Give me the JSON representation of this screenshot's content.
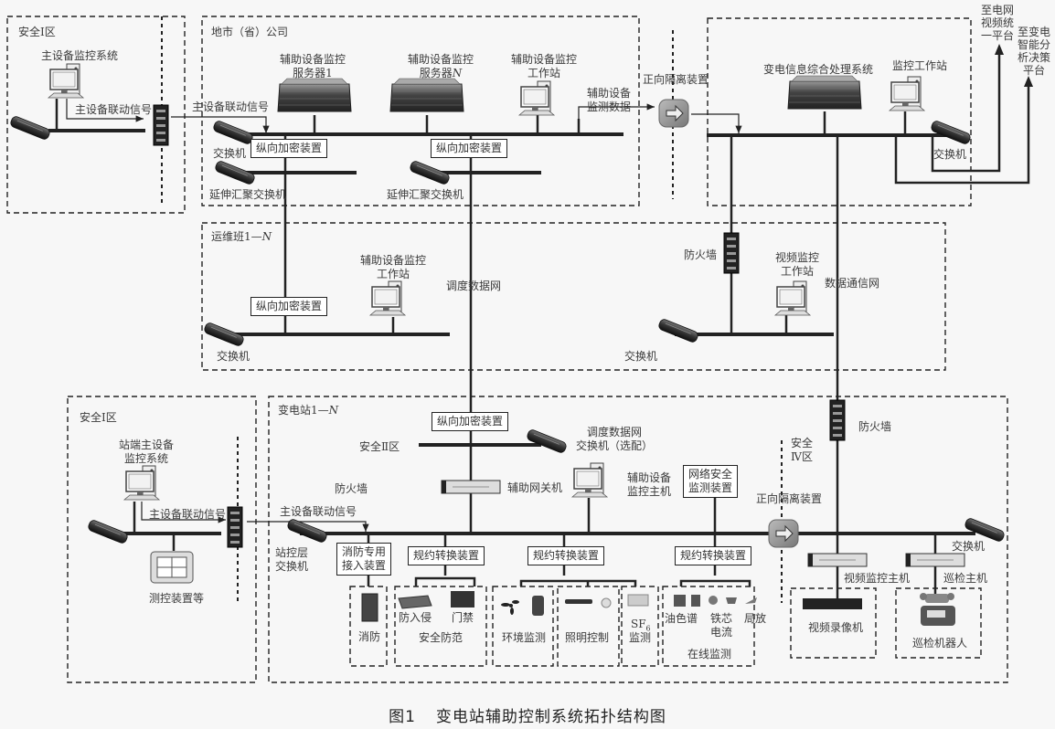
{
  "caption": {
    "figure_number": "图1",
    "title": "变电站辅助控制系统拓扑结构图"
  },
  "zones": {
    "top_safety_zone_1": "安全Ⅰ区",
    "city_company": "地市（省）公司",
    "ops_team": "运维班1—",
    "ops_team_suffix": "N",
    "bottom_safety_zone_1": "安全Ⅰ区",
    "substation": "变电站1—",
    "substation_suffix": "N"
  },
  "top_left": {
    "main_monitor_system": "主设备监控系统",
    "linkage_signal": "主设备联动信号",
    "linkage_signal_2": "主设备联动信号"
  },
  "city": {
    "server1": "辅助设备监控\n服务器1",
    "serverN_line1": "辅助设备监控",
    "serverN_line2": "服务器",
    "serverN_suffix": "N",
    "workstation": "辅助设备监控\n工作站",
    "aux_data": "辅助设备\n监测数据",
    "switch": "交换机",
    "encrypt1": "纵向加密装置",
    "encrypt2": "纵向加密装置",
    "ext_switch1": "延伸汇聚交换机",
    "ext_switch2": "延伸汇聚交换机"
  },
  "isolation_top": "正向隔离装置",
  "right_top": {
    "info_system": "变电信息综合处理系统",
    "monitor_ws": "监控工作站",
    "switch": "交换机",
    "to_grid_video": "至电网\n视频统\n一平台",
    "to_decision": "至变电\n智能分\n析决策\n平台"
  },
  "ops": {
    "encrypt": "纵向加密装置",
    "aux_ws": "辅助设备监控\n工作站",
    "switch_left": "交换机",
    "dispatch_net": "调度数据网",
    "firewall": "防火墙",
    "video_ws": "视频监控\n工作站",
    "data_comm_net": "数据通信网",
    "switch_right": "交换机"
  },
  "bottom_left": {
    "station_main_monitor": "站端主设备\n监控系统",
    "linkage_signal": "主设备联动信号",
    "measure_control": "测控装置等"
  },
  "substation": {
    "encrypt": "纵向加密装置",
    "safety_zone_2": "安全Ⅱ区",
    "dispatch_switch": "调度数据网\n交换机（选配）",
    "firewall_label": "防火墙",
    "gateway": "辅助网关机",
    "aux_host": "辅助设备\n监控主机",
    "net_security": "网络安全\n监测装置",
    "linkage_signal": "主设备联动信号",
    "station_switch": "站控层\n交换机",
    "fire_access": "消防专用\n接入装置",
    "protocol_conv_1": "规约转换装置",
    "protocol_conv_2": "规约转换装置",
    "protocol_conv_3": "规约转换装置",
    "safety_zone_4": "安全\nⅣ区",
    "isolation": "正向隔离装置",
    "firewall_4": "防火墙",
    "switch_4": "交换机",
    "video_host": "视频监控主机",
    "patrol_host": "巡检主机"
  },
  "subsystems": {
    "fire": "消防",
    "intrusion": "防入侵",
    "access": "门禁",
    "security": "安全防范",
    "environment": "环境监测",
    "lighting": "照明控制",
    "sf6_a": "SF",
    "sf6_sub": "6",
    "sf6_b": "监测",
    "oil": "油色谱",
    "core_current": "铁芯\n电流",
    "partial_discharge": "局放",
    "online": "在线监测",
    "video_recorder": "视频录像机",
    "patrol_robot": "巡检机器人"
  }
}
